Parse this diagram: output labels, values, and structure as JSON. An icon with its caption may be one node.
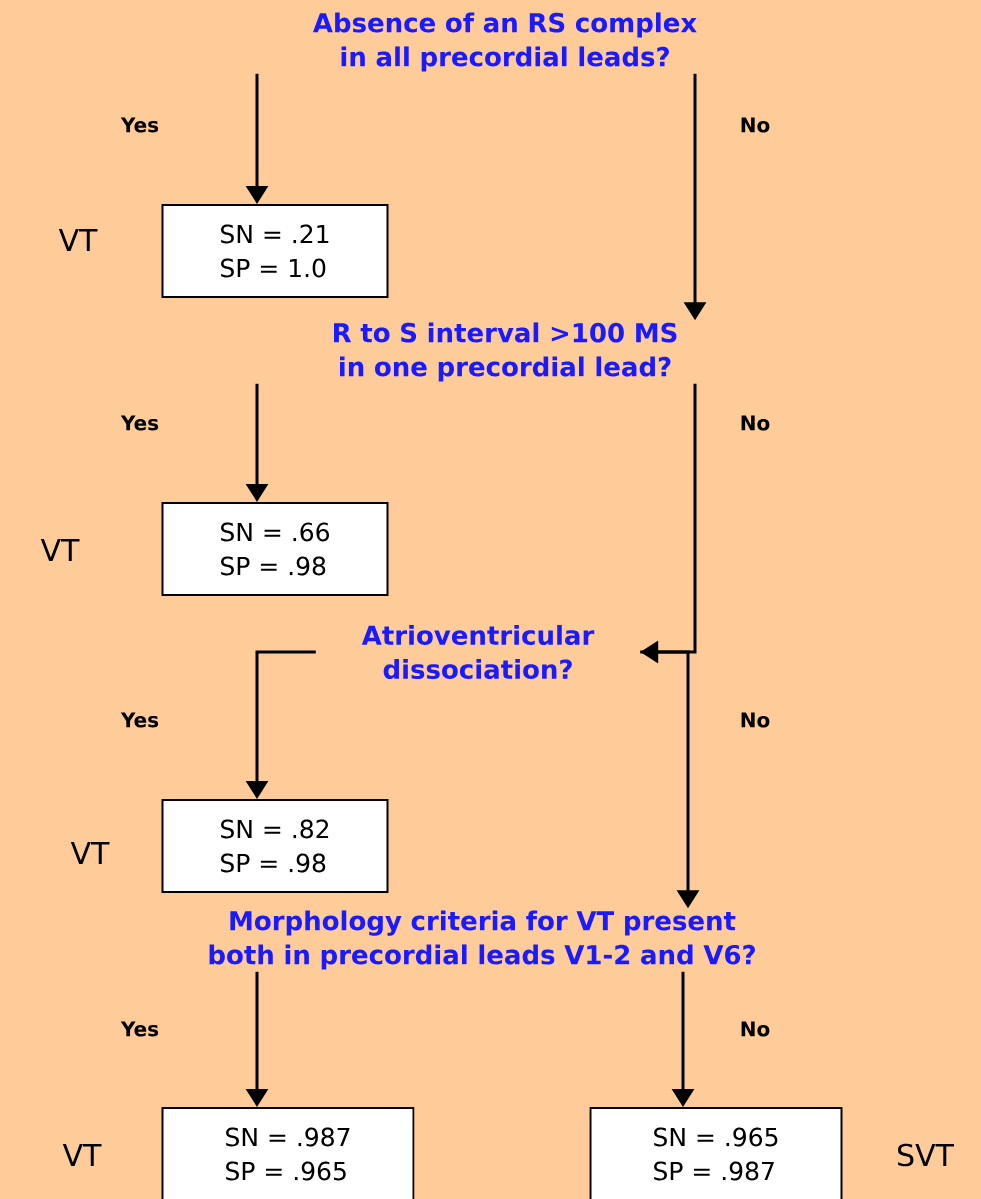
{
  "diagram": {
    "nodes": [
      {
        "text": [
          "Absence of an RS complex in all precordial leads?"
        ]
      },
      {
        "text": [
          "SN = .21",
          "SP = 1.0"
        ],
        "beside": [
          "VT"
        ]
      },
      {
        "text": [
          "R to S interval >100 MS in one precordial lead?"
        ]
      },
      {
        "text": [
          "SN = .66",
          "SP = .98"
        ],
        "beside": [
          "VT"
        ]
      },
      {
        "text": [
          "Atrioventricular dissociation?"
        ]
      },
      {
        "text": [
          "SN = .82",
          "SP = .98"
        ],
        "beside": [
          "VT"
        ]
      },
      {
        "text": [
          "Morphology criteria for VT present both in precordial leads V1-2 and V6?"
        ]
      },
      {
        "text": [
          "SN = .987",
          "SP = .965"
        ],
        "beside": [
          "VT"
        ]
      },
      {
        "text": [
          "SN = .965",
          "SP = .987"
        ],
        "beside": [
          "SVT"
        ]
      }
    ],
    "edges": [
      {
        "from": 0,
        "to": 1,
        "arrow": "to",
        "label": "Yes"
      },
      {
        "from": 0,
        "to": 2,
        "arrow": "to",
        "label": "No"
      },
      {
        "from": 2,
        "to": 3,
        "arrow": "to",
        "label": "Yes"
      },
      {
        "from": 2,
        "to": 4,
        "arrow": "to",
        "label": "No"
      },
      {
        "from": 4,
        "to": 5,
        "arrow": "to",
        "label": "Yes"
      },
      {
        "from": 4,
        "to": 6,
        "arrow": "to",
        "label": "No"
      },
      {
        "from": 6,
        "to": 7,
        "arrow": "to",
        "label": "Yes"
      },
      {
        "from": 6,
        "to": 8,
        "arrow": "to",
        "label": "No"
      }
    ]
  }
}
